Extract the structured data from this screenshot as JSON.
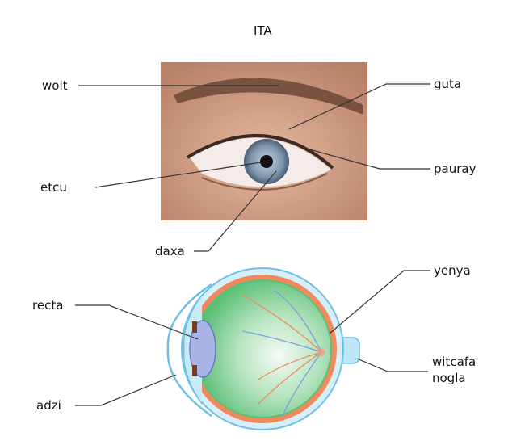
{
  "title": "ITA",
  "photo_labels": {
    "wolt": "wolt",
    "guta": "guta",
    "pauray": "pauray",
    "etcu": "etcu",
    "daxa": "daxa"
  },
  "diagram_labels": {
    "recta": "recta",
    "adzi": "adzi",
    "yenya": "yenya",
    "witcafa_line1": "witcafa",
    "witcafa_line2": "nogla"
  },
  "colors": {
    "line": "#333333",
    "sclera": "#8fd0ec",
    "choroid": "#f08a5d",
    "vitreous": "#7fcf92",
    "lens": "#a9b4e6",
    "skin": "#c9967a"
  }
}
